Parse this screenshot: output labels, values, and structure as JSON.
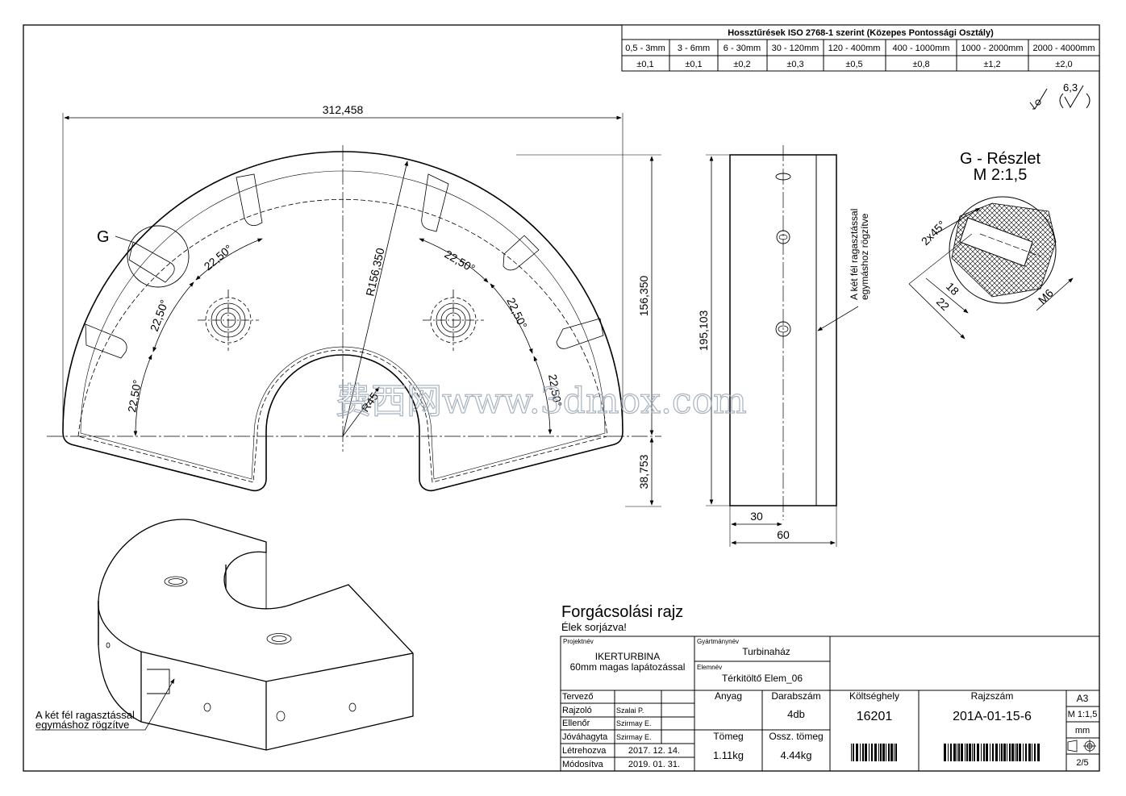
{
  "tolerance_table": {
    "title": "Hossztűrések ISO 2768-1 szerint (Közepes Pontossági Osztály)",
    "ranges": [
      "0,5 - 3mm",
      "3 - 6mm",
      "6 - 30mm",
      "30 - 120mm",
      "120 - 400mm",
      "400 - 1000mm",
      "1000 - 2000mm",
      "2000 - 4000mm"
    ],
    "values": [
      "±0,1",
      "±0,1",
      "±0,2",
      "±0,3",
      "±0,5",
      "±0,8",
      "±1,2",
      "±2,0"
    ]
  },
  "surface_finish": {
    "roughness": "6,3"
  },
  "front_view": {
    "dim_width": "312,458",
    "dim_radius": "R156,350",
    "dim_height_upper": "156,350",
    "dim_height_lower": "38,753",
    "dim_inner_radius": "R45",
    "angle": "22,50°",
    "detail_marker": "G"
  },
  "side_view": {
    "dim_height": "195,103",
    "dim_half": "30",
    "dim_width": "60",
    "note_line1": "A két fél ragasztással",
    "note_line2": "egymáshoz rögzítve"
  },
  "detail": {
    "title": "G - Részlet",
    "scale": "M 2:1,5",
    "chamfer": "2x45°",
    "dim_18": "18",
    "dim_22": "22",
    "thread": "M6"
  },
  "iso_view": {
    "note_line1": "A két fél ragasztással",
    "note_line2": "egymáshoz rögzítve"
  },
  "title_block": {
    "heading": "Forgácsolási rajz",
    "subheading": "Élek sorjázva!",
    "projektnev_label": "Projektnév",
    "project_name": "IKERTURBINA",
    "project_sub": "60mm magas lapátozással",
    "gyartmany_label": "Gyártmánynév",
    "gyartmany": "Turbinaház",
    "elemnev_label": "Elemnév",
    "elemnev": "Térkitöltő Elem_06",
    "rows": [
      {
        "label": "Tervező",
        "value": ""
      },
      {
        "label": "Rajzoló",
        "value": "Szalai P."
      },
      {
        "label": "Ellenőr",
        "value": "Szirmay E."
      },
      {
        "label": "Jóváhagyta",
        "value": "Szirmay E."
      },
      {
        "label": "Létrehozva",
        "value": "2017. 12. 14."
      },
      {
        "label": "Módosítva",
        "value": "2019. 01. 31."
      }
    ],
    "anyag_label": "Anyag",
    "darabszam_label": "Darabszám",
    "darabszam": "4db",
    "tomeg_label": "Tömeg",
    "tomeg": "1.11kg",
    "ossz_tomeg_label": "Ossz. tömeg",
    "ossz_tomeg": "4.44kg",
    "koltseghely_label": "Költséghely",
    "koltseghely": "16201",
    "rajzszam_label": "Rajzszám",
    "rajzszam": "201A-01-15-6",
    "format": "A3",
    "scale": "M 1:1,5",
    "unit": "mm",
    "sheet": "2/5"
  },
  "watermark": "费西网www.3dmox.com"
}
